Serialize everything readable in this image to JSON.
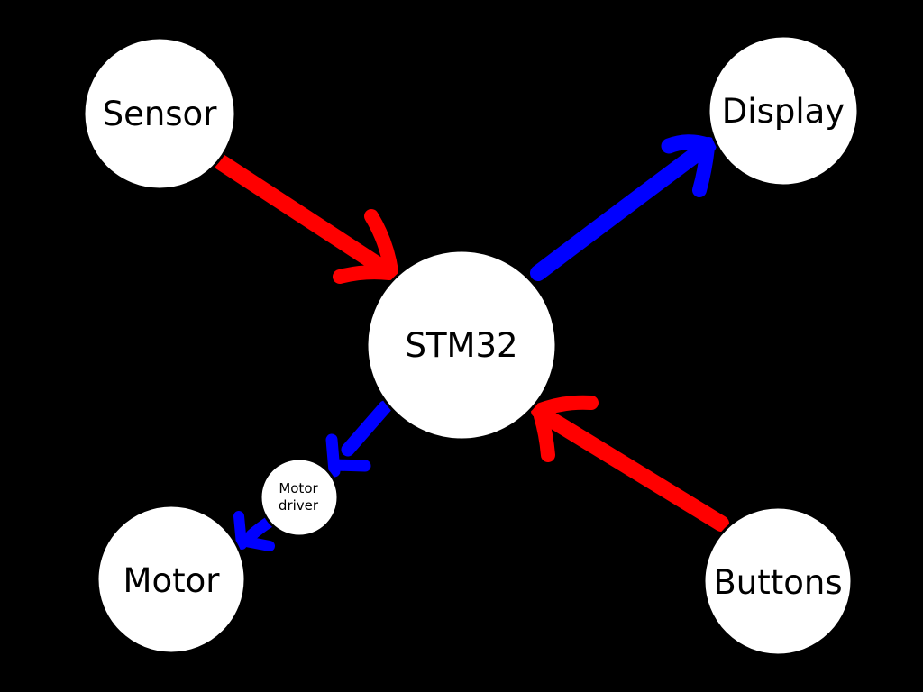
{
  "diagram": {
    "colors": {
      "background": "#000000",
      "node_fill": "#ffffff",
      "node_text": "#000000",
      "arrow_red": "#ff0000",
      "arrow_blue": "#0000ff"
    },
    "nodes": {
      "sensor": {
        "label": "Sensor"
      },
      "display": {
        "label": "Display"
      },
      "stm32": {
        "label": "STM32"
      },
      "motor_driver": {
        "label_line1": "Motor",
        "label_line2": "driver"
      },
      "motor": {
        "label": "Motor"
      },
      "buttons": {
        "label": "Buttons"
      }
    },
    "edges": [
      {
        "from": "Sensor",
        "to": "STM32",
        "color": "red"
      },
      {
        "from": "STM32",
        "to": "Display",
        "color": "blue"
      },
      {
        "from": "STM32",
        "to": "Motor driver",
        "color": "blue"
      },
      {
        "from": "Motor driver",
        "to": "Motor",
        "color": "blue"
      },
      {
        "from": "Buttons",
        "to": "STM32",
        "color": "red"
      }
    ]
  }
}
